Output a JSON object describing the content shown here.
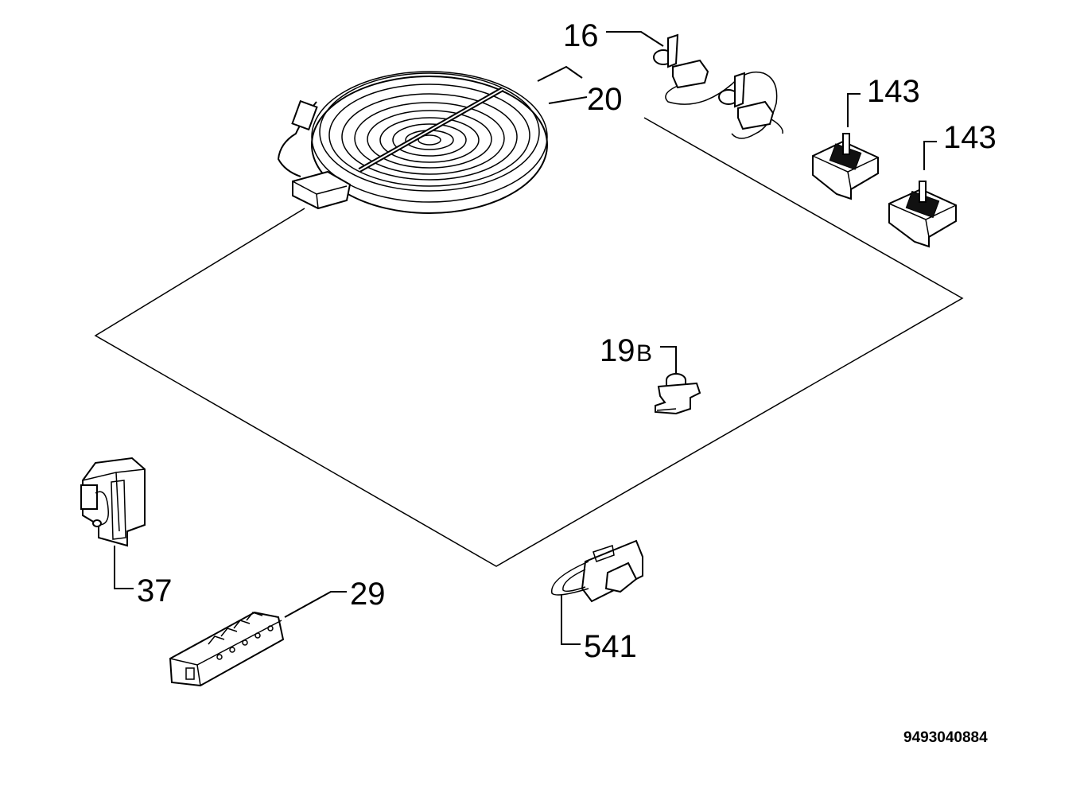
{
  "diagram": {
    "document_number": "9493040884",
    "callouts": {
      "part_16": "16",
      "part_20": "20",
      "part_143_a": "143",
      "part_143_b": "143",
      "part_19b_num": "19",
      "part_19b_suffix": "B",
      "part_37": "37",
      "part_29": "29",
      "part_541": "541"
    },
    "parts": [
      "radiant-heating-element",
      "thermal-limiter",
      "energy-regulator",
      "energy-regulator",
      "indicator-lamp",
      "cable-clamp",
      "terminal-block",
      "glass-ceramic-hob-plate",
      "switch"
    ]
  }
}
